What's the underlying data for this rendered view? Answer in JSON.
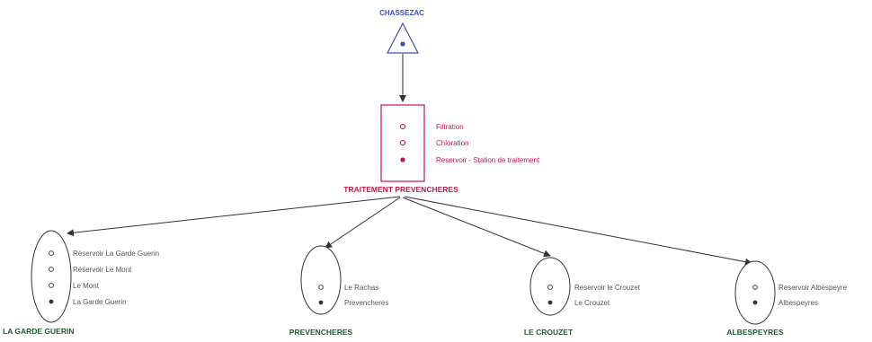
{
  "source": {
    "label": "CHASSEZAC"
  },
  "treatment": {
    "label": "TRAITEMENT PREVENCHERES",
    "items": [
      {
        "label": "Filtration",
        "marker": "open"
      },
      {
        "label": "Chloration",
        "marker": "open"
      },
      {
        "label": "Reservoir - Station de traitement",
        "marker": "filled"
      }
    ]
  },
  "subnetworks": [
    {
      "label": "LA GARDE GUERIN",
      "items": [
        {
          "label": "Réservoir La Garde Guerin",
          "marker": "open"
        },
        {
          "label": "Réservoir Le Mont",
          "marker": "open"
        },
        {
          "label": "Le Mont",
          "marker": "open"
        },
        {
          "label": "La Garde Guerin",
          "marker": "filled"
        }
      ]
    },
    {
      "label": "PREVENCHERES",
      "items": [
        {
          "label": "Le Rachas",
          "marker": "open"
        },
        {
          "label": "Prevencheres",
          "marker": "filled"
        }
      ]
    },
    {
      "label": "LE CROUZET",
      "items": [
        {
          "label": "Reservoir le Crouzet",
          "marker": "open"
        },
        {
          "label": "Le Crouzet",
          "marker": "filled"
        }
      ]
    },
    {
      "label": "ALBESPEYRES",
      "items": [
        {
          "label": "Reservoir Albespeyre",
          "marker": "open"
        },
        {
          "label": "Albespeyres",
          "marker": "filled"
        }
      ]
    }
  ],
  "colors": {
    "source": "#3a4fb8",
    "treatment": "#c21846",
    "subnetwork_title": "#1f5c2e",
    "item_text": "#555555",
    "connector": "#333333"
  }
}
